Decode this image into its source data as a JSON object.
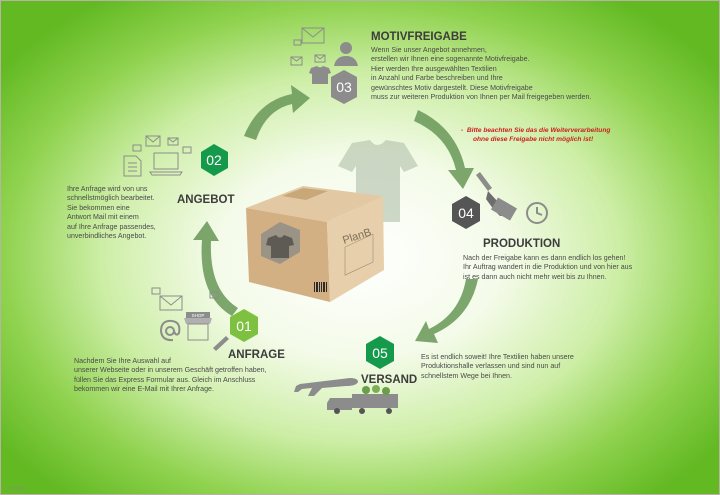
{
  "colors": {
    "background_outer": "#62b922",
    "background_inner": "#ffffff",
    "arrow": "#6f9c5e",
    "hexagon_gray": "#8c8c8c",
    "hexagon_green": "#159a4c",
    "heading": "#3c3c3c",
    "note_red": "#cc2020"
  },
  "steps": [
    {
      "number": "01",
      "title": "ANFRAGE",
      "text": [
        "Nachdem Sie Ihre Auswahl auf",
        "unserer Webseite oder in unserem Geschäft getroffen haben,",
        "füllen Sie das Express Formular aus. Gleich im Anschluss",
        "bekommen wir eine E-Mail mit Ihrer Anfrage."
      ],
      "icons": [
        "at-icon",
        "shop-icon",
        "pen-icon",
        "envelope-icon"
      ]
    },
    {
      "number": "02",
      "title": "ANGEBOT",
      "text": [
        "Ihre Anfrage wird von uns",
        "schnellstmöglich bearbeitet.",
        "Sie bekommen eine",
        "Antwort Mail mit einem",
        "auf Ihre Anfrage passendes,",
        "unverbindliches Angebot."
      ],
      "icons": [
        "document-icon",
        "laptop-icon",
        "envelope-icon"
      ]
    },
    {
      "number": "03",
      "title": "MOTIVFREIGABE",
      "text": [
        "Wenn Sie unser Angebot annehmen,",
        "erstellen wir Ihnen eine sogenannte Motivfreigabe.",
        "Hier werden Ihre ausgewählten Textilien",
        "in Anzahl und Farbe beschreiben und Ihre",
        "gewünschtes Motiv dargestellt. Diese Motivfreigabe",
        "muss zur weiteren Produktion von Ihnen per Mail freigegeben werden."
      ],
      "icons": [
        "person-icon",
        "shirt-icon",
        "envelope-icon"
      ]
    },
    {
      "number": "04",
      "title": "PRODUKTION",
      "text": [
        "Nach der Freigabe kann es dann endlich los gehen!",
        "Ihr Auftrag wandert in die Produktion und von hier aus",
        "ist es dann auch nicht mehr weit bis zu Ihnen."
      ],
      "icons": [
        "brush-icon",
        "clock-icon"
      ]
    },
    {
      "number": "05",
      "title": "VERSAND",
      "text": [
        "Es ist endlich soweit! Ihre Textilien haben unsere",
        "Produktionshalle verlassen und sind nun auf",
        "schnellstem Wege bei Ihnen."
      ],
      "icons": [
        "airplane-icon",
        "truck-icon"
      ]
    }
  ],
  "note": [
    "Bitte beachten Sie das die Weiterverarbeitung",
    "ohne diese Freigabe nicht möglich ist!"
  ],
  "note_bullet": "-",
  "box": {
    "brand": "PlanB"
  },
  "footer": "Vorlage.de"
}
